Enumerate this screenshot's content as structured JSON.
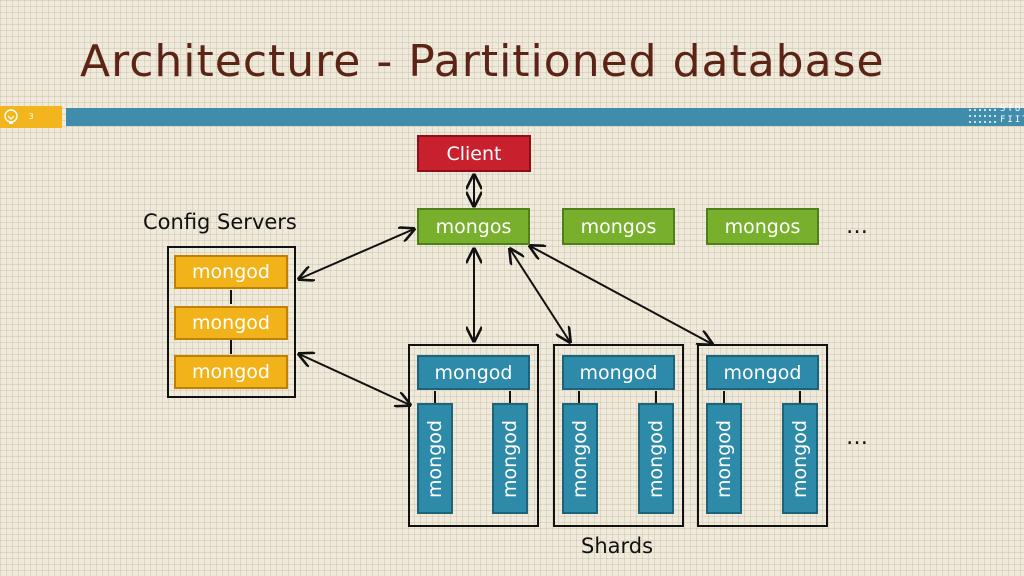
{
  "slide": {
    "title": "Architecture - Partitioned database",
    "number": "3",
    "corner_text": "STU\nFIIT"
  },
  "diagram": {
    "client": "Client",
    "mongos": [
      "mongos",
      "mongos",
      "mongos"
    ],
    "mongos_ellipsis": "…",
    "config_label": "Config Servers",
    "config_servers": [
      "mongod",
      "mongod",
      "mongod"
    ],
    "shards": [
      {
        "primary": "mongod",
        "secondaries": [
          "mongod",
          "mongod"
        ]
      },
      {
        "primary": "mongod",
        "secondaries": [
          "mongod",
          "mongod"
        ]
      },
      {
        "primary": "mongod",
        "secondaries": [
          "mongod",
          "mongod"
        ]
      }
    ],
    "shards_ellipsis": "…",
    "shards_label": "Shards"
  },
  "colors": {
    "title": "#5b2416",
    "client": "#c8202d",
    "mongos": "#78b02e",
    "config": "#f2b21a",
    "shard": "#2d8aa8",
    "band": "#3f8cab",
    "accent": "#f2b51d"
  }
}
